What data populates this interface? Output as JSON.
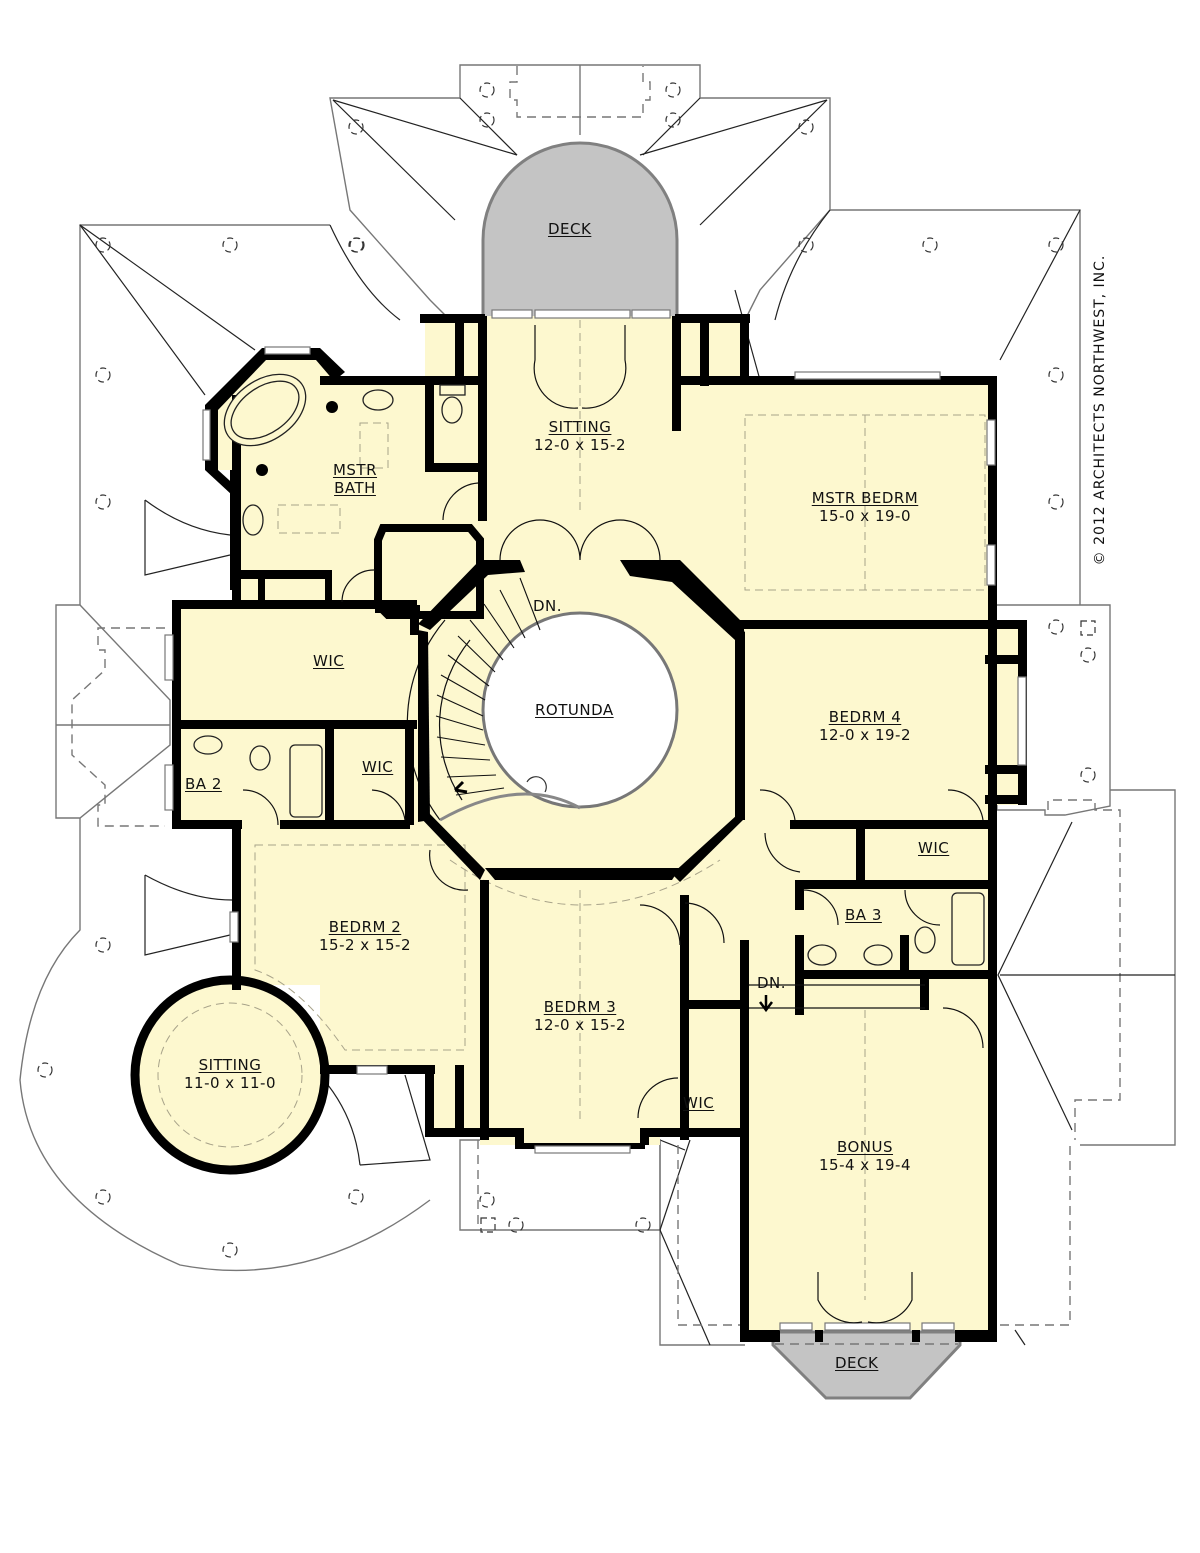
{
  "plan": {
    "type": "upper-floor-plan",
    "colors": {
      "floor": "#fdf8cf",
      "wall": "#000000",
      "deck": "#c4c4c4",
      "background": "#ffffff"
    },
    "copyright": "© 2012 ARCHITECTS NORTHWEST, INC."
  },
  "rooms": {
    "deck_north": {
      "name": "DECK"
    },
    "sitting_north": {
      "name": "SITTING",
      "dims": "12-0 x 15-2"
    },
    "mstr_bedrm": {
      "name": "MSTR BEDRM",
      "dims": "15-0 x 19-0"
    },
    "mstr_bath": {
      "name": "MSTR BATH",
      "line1": "MSTR",
      "line2": "BATH"
    },
    "wic_master": {
      "name": "WIC"
    },
    "rotunda": {
      "name": "ROTUNDA"
    },
    "stair_dn_main": {
      "name": "DN."
    },
    "ba2": {
      "name": "BA 2"
    },
    "wic_ba2": {
      "name": "WIC"
    },
    "bedrm4": {
      "name": "BEDRM 4",
      "dims": "12-0 x 19-2"
    },
    "wic_bedrm4": {
      "name": "WIC"
    },
    "ba3": {
      "name": "BA 3"
    },
    "stair_dn_bonus": {
      "name": "DN."
    },
    "bedrm2": {
      "name": "BEDRM 2",
      "dims": "15-2 x 15-2"
    },
    "bedrm3": {
      "name": "BEDRM 3",
      "dims": "12-0 x 15-2"
    },
    "wic_bedrm3": {
      "name": "WIC"
    },
    "sitting_turret": {
      "name": "SITTING",
      "dims": "11-0 x 11-0"
    },
    "bonus": {
      "name": "BONUS",
      "dims": "15-4 x 19-4"
    },
    "deck_south": {
      "name": "DECK"
    }
  }
}
